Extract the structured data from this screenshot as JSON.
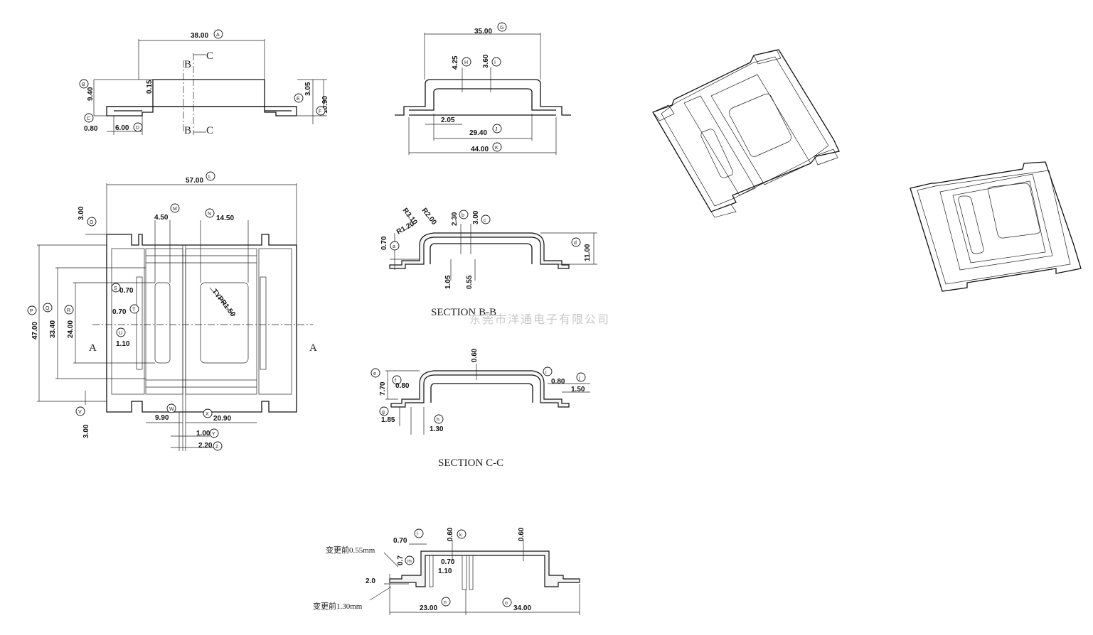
{
  "watermark": "东莞市洋通电子有限公司",
  "sections": {
    "bb": "SECTION B-B",
    "cc": "SECTION C-C"
  },
  "section_marks": {
    "b": "B",
    "c": "C",
    "a": "A"
  },
  "notes": {
    "before_055": "变更前0.55mm",
    "before_130": "变更前1.30mm"
  },
  "top_view": {
    "d_38": "38.00",
    "d_940": "9.40",
    "d_015": "0.15",
    "d_305": "3.05",
    "d_1090": "10.90",
    "d_080": "0.80",
    "d_600": "6.00"
  },
  "front_view": {
    "d_35": "35.00",
    "d_425": "4.25",
    "d_360": "3.60",
    "d_205": "2.05",
    "d_2940": "29.40",
    "d_44": "44.00"
  },
  "plan_view": {
    "d_57": "57.00",
    "d_300a": "3.00",
    "d_450": "4.50",
    "d_1450": "14.50",
    "d_070a": "0.70",
    "d_070b": "0.70",
    "d_110": "1.10",
    "d_typ": "TYPR1.50",
    "d_47": "47.00",
    "d_3340": "33.40",
    "d_24": "24.00",
    "d_990": "9.90",
    "d_2090": "20.90",
    "d_100": "1.00",
    "d_220": "2.20",
    "d_300b": "3.00"
  },
  "section_bb_dims": {
    "d_r310": "R3.10",
    "d_r200": "R2.00",
    "d_r120": "R1.20",
    "d_230": "2.30",
    "d_300": "3.00",
    "d_070": "0.70",
    "d_1100": "11.00",
    "d_105": "1.05",
    "d_055": "0.55"
  },
  "section_cc_dims": {
    "d_060": "0.60",
    "d_770": "7.70",
    "d_080a": "0.80",
    "d_080b": "0.80",
    "d_150": "1.50",
    "d_185": "1.85",
    "d_130": "1.30"
  },
  "bottom_view": {
    "d_070": "0.70",
    "d_060a": "0.60",
    "d_060b": "0.60",
    "d_07": "0.7",
    "d_070b": "0.70",
    "d_110": "1.10",
    "d_20": "2.0",
    "d_23": "23.00",
    "d_34": "34.00"
  }
}
